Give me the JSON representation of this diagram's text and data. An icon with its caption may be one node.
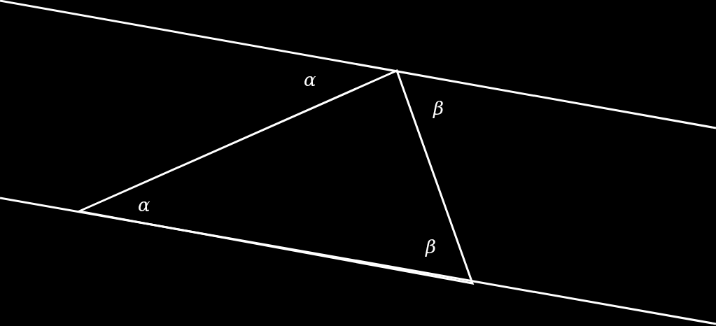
{
  "diagram": {
    "labels": [
      "α",
      "β",
      "α",
      "β"
    ]
  }
}
